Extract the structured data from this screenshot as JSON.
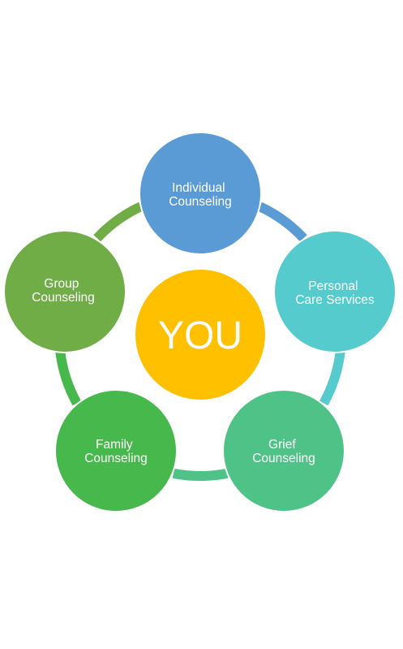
{
  "center": {
    "label": "YOU",
    "color": "#FFC000"
  },
  "nodes": [
    {
      "id": "individual",
      "line1": "Individual",
      "line2": "Counseling",
      "color": "#5B9BD5"
    },
    {
      "id": "personal-care",
      "line1": "Personal",
      "line2": "Care Services",
      "color": "#55CBCD"
    },
    {
      "id": "grief",
      "line1": "Grief",
      "line2": "Counseling",
      "color": "#4FC387"
    },
    {
      "id": "family",
      "line1": "Family",
      "line2": "Counseling",
      "color": "#47B84C"
    },
    {
      "id": "group",
      "line1": "Group",
      "line2": "Counseling",
      "color": "#70AD47"
    }
  ],
  "connector_colors": [
    "#5B9BD5",
    "#55CBCD",
    "#4FC387",
    "#47B84C",
    "#70AD47"
  ]
}
